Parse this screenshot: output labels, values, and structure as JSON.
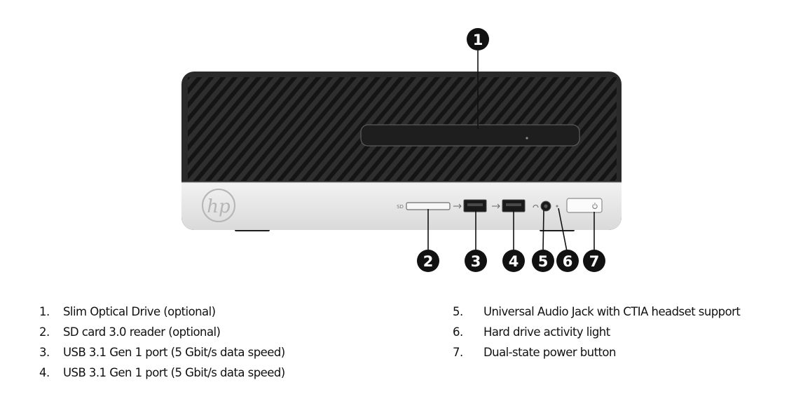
{
  "figure": {
    "brand_logo": "hp",
    "sd_slot_label": "SD",
    "callouts": [
      "1",
      "2",
      "3",
      "4",
      "5",
      "6",
      "7"
    ]
  },
  "legend": {
    "left": [
      {
        "number": "1.",
        "text": "Slim Optical Drive (optional)"
      },
      {
        "number": "2.",
        "text": "SD card 3.0 reader (optional)"
      },
      {
        "number": "3.",
        "text": "USB 3.1 Gen 1 port (5 Gbit/s data speed)"
      },
      {
        "number": "4.",
        "text": "USB 3.1 Gen 1 port (5 Gbit/s data speed)"
      }
    ],
    "right": [
      {
        "number": "5.",
        "text": "Universal Audio Jack with CTIA headset support"
      },
      {
        "number": "6.",
        "text": "Hard drive activity light"
      },
      {
        "number": "7.",
        "text": "Dual-state power button"
      }
    ]
  },
  "colors": {
    "chassis_dark": "#2a2a2a",
    "vent_stripe": "#161616",
    "panel_light": "#e4e4e4",
    "callout_fill": "#111111",
    "callout_text": "#ffffff"
  }
}
